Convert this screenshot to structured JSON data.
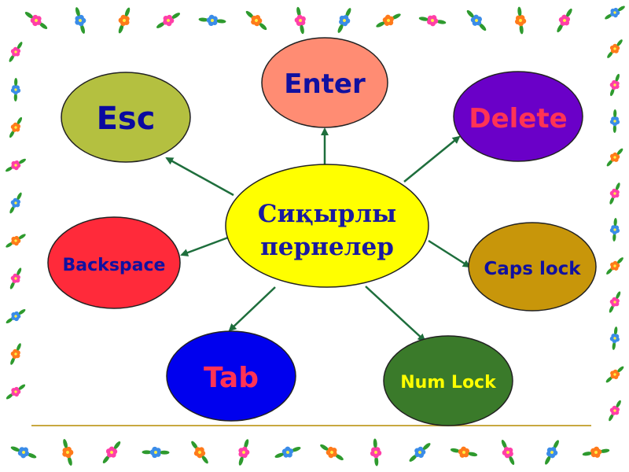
{
  "center": {
    "line1": "Сиқырлы",
    "line2": "пернелер",
    "fill": "#ffff00",
    "text_color": "#1a1aa0"
  },
  "nodes": [
    {
      "id": "enter",
      "label": "Enter",
      "fill": "#ff8c73",
      "text_color": "#1010a0"
    },
    {
      "id": "delete",
      "label": "Delete",
      "fill": "#6a00c8",
      "text_color": "#ff3355"
    },
    {
      "id": "caps-lock",
      "label": "Caps lock",
      "fill": "#c8960a",
      "text_color": "#1010a0"
    },
    {
      "id": "num-lock",
      "label": "Num Lock",
      "fill": "#3a7a2a",
      "text_color": "#ffff00"
    },
    {
      "id": "tab",
      "label": "Tab",
      "fill": "#0000ee",
      "text_color": "#ff3355"
    },
    {
      "id": "backspace",
      "label": "Backspace",
      "fill": "#ff2a3a",
      "text_color": "#1010a0"
    },
    {
      "id": "esc",
      "label": "Esc",
      "fill": "#b4c040",
      "text_color": "#0a0aa0"
    }
  ],
  "colors": {
    "arrow": "#1e6e3c",
    "outline": "#222222",
    "divider": "#c8a840",
    "flower_pink": "#ff3fa8",
    "flower_blue": "#3a8ce8",
    "flower_orange": "#ff7a1a",
    "leaf": "#2e9a2e"
  },
  "decor": {
    "border_icon": "flower-icon"
  }
}
